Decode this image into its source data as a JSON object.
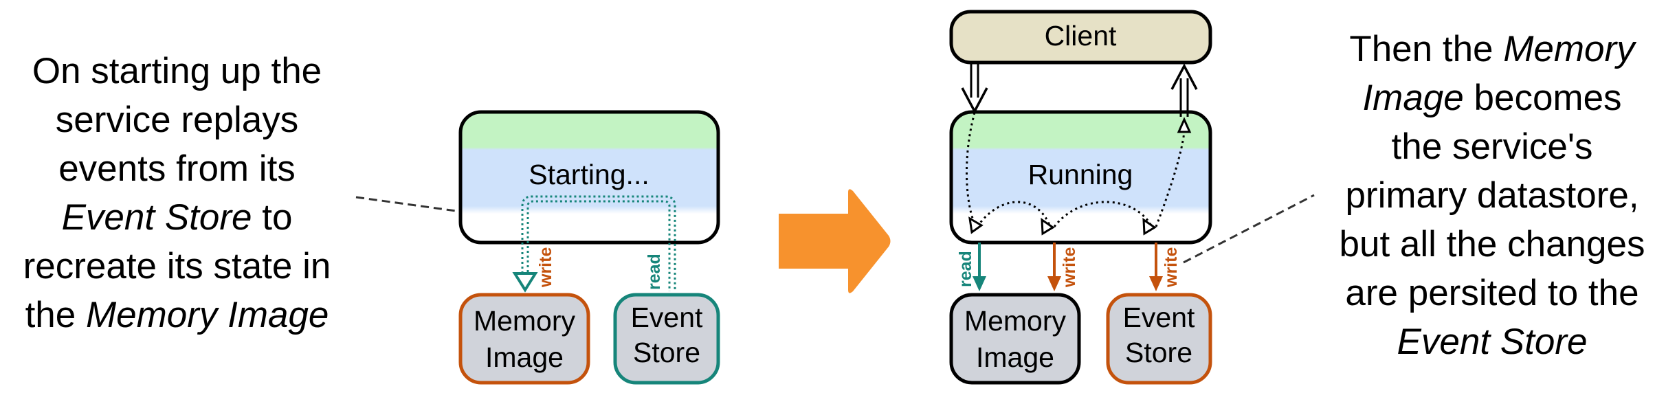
{
  "left_caption": {
    "line1": "On starting up the",
    "line2": "service replays",
    "line3": "events from its",
    "line4_em": "Event Store",
    "line4_rest": " to",
    "line5": "recreate its state in",
    "line6_pre": "the ",
    "line6_em": "Memory Image"
  },
  "right_caption": {
    "line1_pre": "Then the ",
    "line1_em": "Memory",
    "line2_em": "Image",
    "line2_rest": " becomes",
    "line3": "the service's",
    "line4": "primary datastore,",
    "line5": "but all the changes",
    "line6": "are persited to the",
    "line7_em": "Event Store"
  },
  "left_diagram": {
    "service_label": "Starting...",
    "memory_image_line1": "Memory",
    "memory_image_line2": "Image",
    "event_store_line1": "Event",
    "event_store_line2": "Store",
    "write_label": "write",
    "read_label": "read"
  },
  "right_diagram": {
    "client_label": "Client",
    "service_label": "Running",
    "memory_image_line1": "Memory",
    "memory_image_line2": "Image",
    "event_store_line1": "Event",
    "event_store_line2": "Store",
    "read_label": "read",
    "write_label_1": "write",
    "write_label_2": "write"
  },
  "colors": {
    "write": "#c4520c",
    "read": "#16857a",
    "service_top": "#c3f3c3",
    "service_mid": "#cfe2fb",
    "store_fill": "#d0d3da",
    "client_fill": "#e6e1c6",
    "arrow": "#f7922d"
  }
}
